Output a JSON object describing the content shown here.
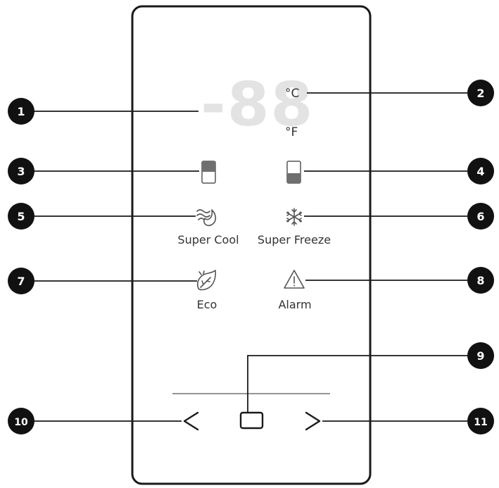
{
  "display": {
    "digits": "-88",
    "unit_celsius": "°C",
    "unit_fahrenheit": "°F"
  },
  "labels": {
    "super_cool": "Super Cool",
    "super_freeze": "Super Freeze",
    "eco": "Eco",
    "alarm": "Alarm"
  },
  "callouts": [
    "1",
    "2",
    "3",
    "4",
    "5",
    "6",
    "7",
    "8",
    "9",
    "10",
    "11"
  ],
  "colors": {
    "outline": "#1a1a1a",
    "badge": "#111111",
    "segment": "#d3d3d3",
    "icon": "#555555"
  },
  "icons": {
    "fridge_compartment": "fridge-upper-compartment-icon",
    "freezer_compartment": "freezer-lower-compartment-icon",
    "super_cool": "super-cool-icon",
    "super_freeze": "snowflake-icon",
    "eco": "leaf-icon",
    "alarm": "warning-triangle-icon",
    "left": "chevron-left-icon",
    "center": "select-button-icon",
    "right": "chevron-right-icon"
  }
}
